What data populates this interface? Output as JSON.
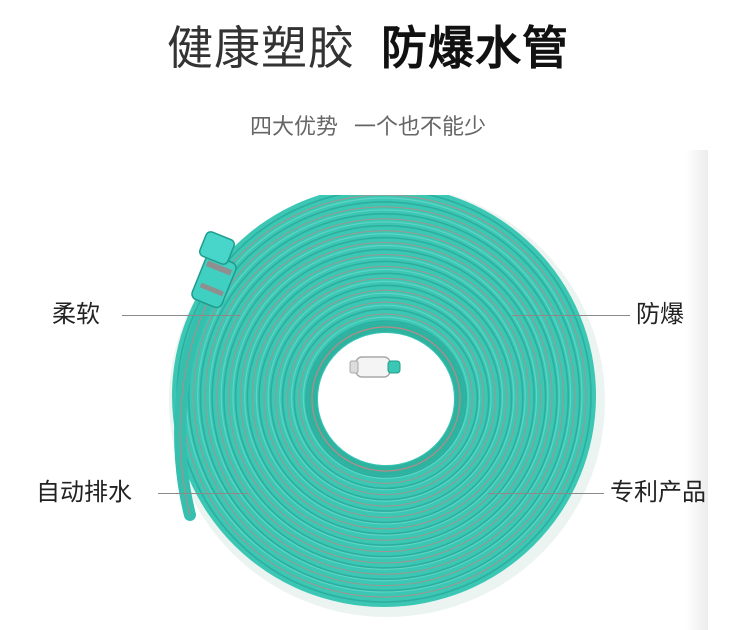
{
  "heading": {
    "light_text": "健康塑胶",
    "bold_text": "防爆水管"
  },
  "subheading": {
    "part1": "四大优势",
    "part2": "一个也不能少"
  },
  "features": {
    "soft": "柔软",
    "explosion_proof": "防爆",
    "auto_drain": "自动排水",
    "patented": "专利产品"
  },
  "colors": {
    "hose_teal": "#3cc6b4",
    "hose_dark": "#1f9c8c",
    "stripe": "#b98a84",
    "text": "#222222",
    "subtext": "#666666"
  },
  "icons": {
    "product": "coiled-garden-hose",
    "outer_fitting": "hose-quick-connector",
    "inner_fitting": "hose-end-fitting"
  }
}
